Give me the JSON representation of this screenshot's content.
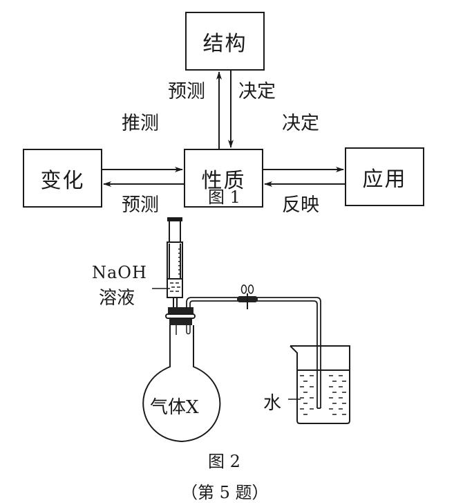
{
  "figure1": {
    "nodes": {
      "structure": "结构",
      "change": "变化",
      "property": "性质",
      "application": "应用"
    },
    "edges": {
      "property_to_structure": "预测",
      "structure_to_property": "决定",
      "change_to_property": "推测",
      "property_to_change": "预测",
      "property_to_application": "决定",
      "application_to_property": "反映"
    },
    "caption": "图 1"
  },
  "figure2": {
    "labels": {
      "syringe_solution": "NaOH",
      "syringe_solution_line2": "溶液",
      "flask_content": "气体X",
      "beaker_content": "水"
    },
    "caption": "图 2"
  },
  "question_label": "（第 5 题）"
}
